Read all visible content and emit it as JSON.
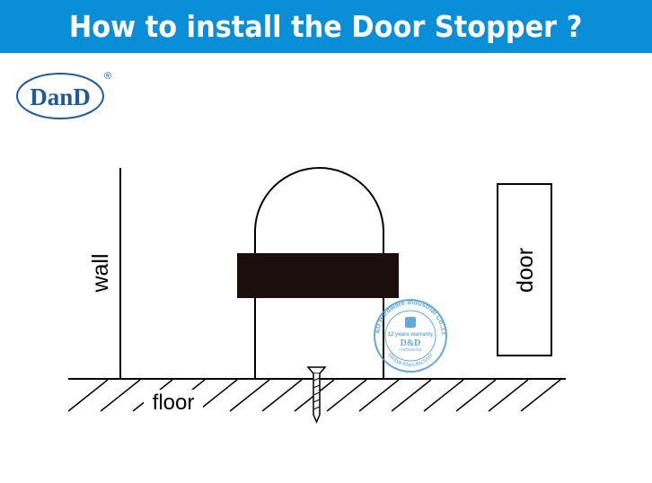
{
  "header": {
    "title": "How to install the Door Stopper ?"
  },
  "logo": {
    "text": "DanD",
    "registered": "®"
  },
  "diagram": {
    "labels": {
      "wall": "wall",
      "floor": "floor",
      "door": "door"
    }
  },
  "stamp": {
    "ring_text": "D&D Hardware Industrial Co.,Ltd",
    "warranty": "12 years warranty",
    "brand": "D&D",
    "sub": "HARDWARE",
    "bottom_text": "Global Manufacturer"
  },
  "colors": {
    "banner": "#0a8ed7",
    "logo": "#1e5aa0",
    "stamp": "#4a9ad8"
  }
}
